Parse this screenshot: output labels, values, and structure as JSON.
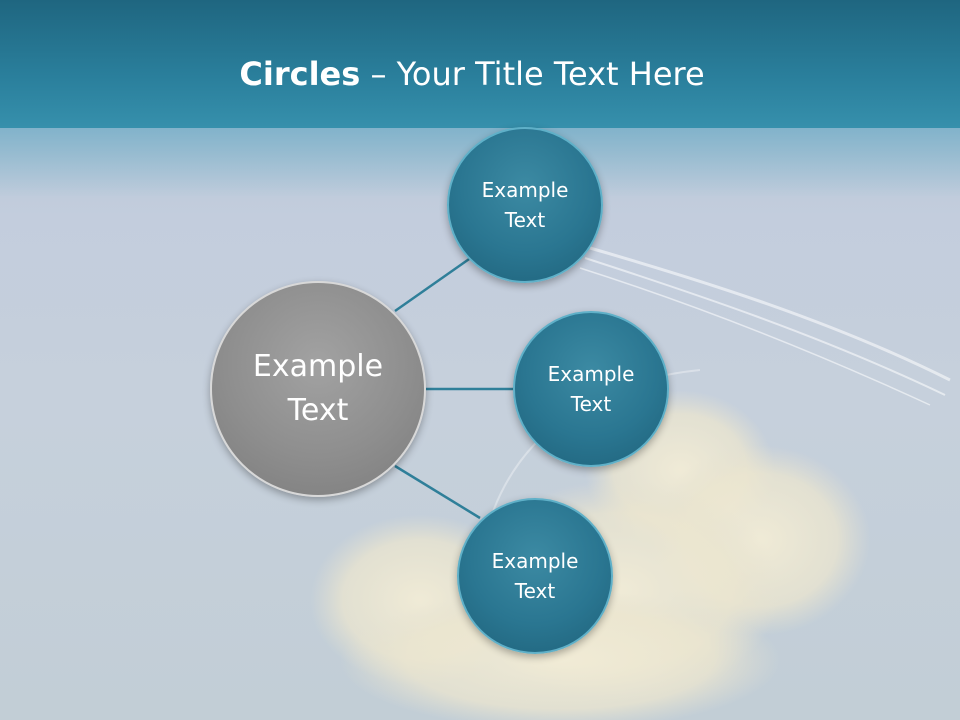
{
  "title": {
    "bold": "Circles",
    "rest": " – Your Title Text Here"
  },
  "diagram": {
    "center": {
      "line1": "Example",
      "line2": "Text"
    },
    "satellites": [
      {
        "line1": "Example",
        "line2": "Text"
      },
      {
        "line1": "Example",
        "line2": "Text"
      },
      {
        "line1": "Example",
        "line2": "Text"
      }
    ]
  },
  "colors": {
    "header": "#2a7f9c",
    "satellite_fill": "#2a7691",
    "center_fill": "#8e8e8e",
    "connector": "#2f7f99"
  }
}
